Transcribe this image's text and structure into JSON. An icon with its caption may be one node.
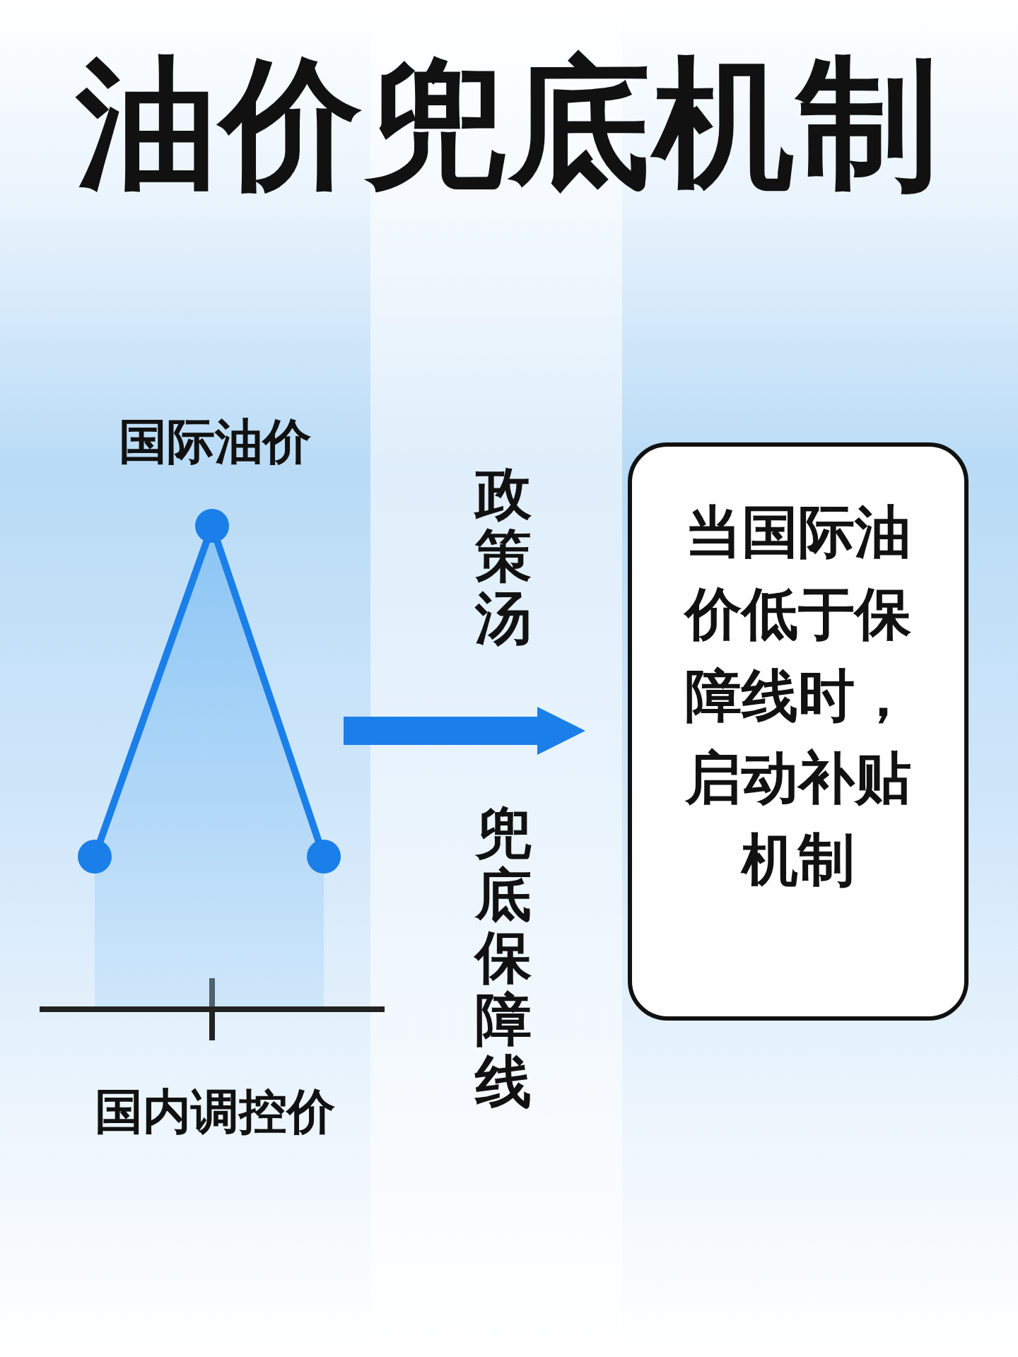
{
  "diagram": {
    "title": "油价兜底机制",
    "nodes": [
      {
        "text": [],
        "shape": "picture"
      },
      {
        "text": [
          "当国际油价低于保障线时，启动补贴机制"
        ]
      }
    ],
    "edges": [
      {
        "from": 0,
        "to": 1,
        "arrow": "to"
      }
    ],
    "labels": [
      "国际油价",
      "政策汤",
      "兜底保障线",
      "国内调控价"
    ]
  }
}
